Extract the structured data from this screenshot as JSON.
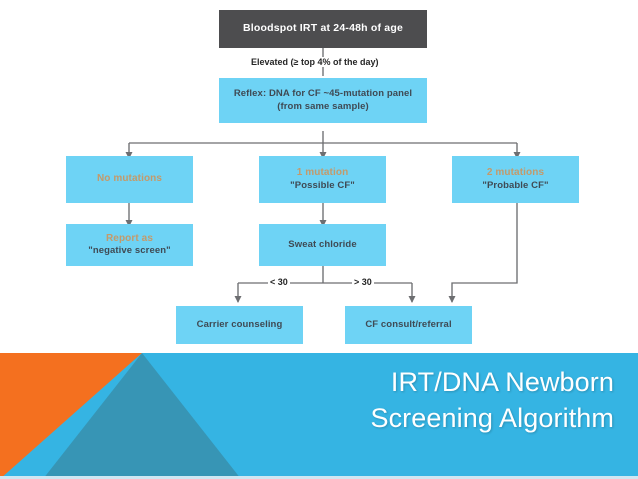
{
  "slide": {
    "title_line1": "IRT/DNA Newborn",
    "title_line2": "Screening Algorithm"
  },
  "colors": {
    "box_blue": "#6ed3f5",
    "box_dark_gray": "#4d4d4f",
    "text_dark": "#3f4a54",
    "text_tan": "#c39a6b",
    "connector": "#6d6e71",
    "banner_light_blue": "#35b4e3",
    "banner_teal": "#3795b5",
    "banner_orange": "#f4701f"
  },
  "flowchart": {
    "nodes": [
      {
        "id": "bloodspot",
        "label": "Bloodspot IRT at 24-48h of age"
      },
      {
        "id": "reflex",
        "line1": "Reflex: DNA for CF ~45-mutation panel",
        "line2": "(from same sample)"
      },
      {
        "id": "no-mut",
        "line1": "No mutations"
      },
      {
        "id": "one-mut",
        "line1": "1 mutation",
        "line2": "\"Possible CF\""
      },
      {
        "id": "two-mut",
        "line1": "2 mutations",
        "line2": "\"Probable CF\""
      },
      {
        "id": "report-neg",
        "line1": "Report as",
        "line2": "\"negative screen\""
      },
      {
        "id": "sweat",
        "line1": "Sweat chloride"
      },
      {
        "id": "carrier",
        "line1": "Carrier counseling"
      },
      {
        "id": "cf-consult",
        "line1": "CF consult/referral"
      }
    ],
    "edge_labels": {
      "elevated": "Elevated (≥ top 4% of the day)",
      "lt30": "< 30",
      "gt30": "> 30"
    }
  }
}
